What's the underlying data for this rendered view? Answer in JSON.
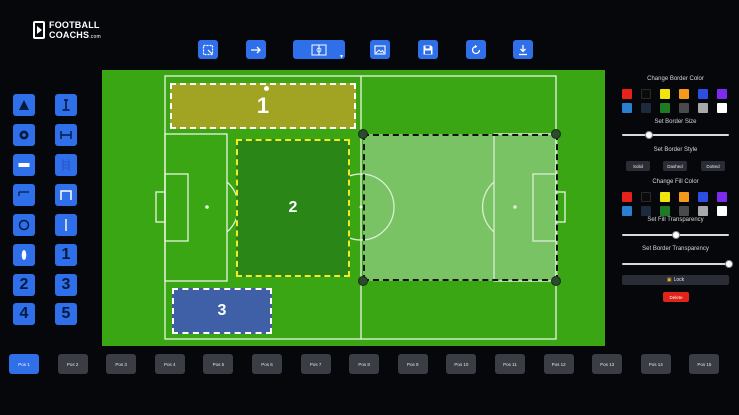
{
  "logo": {
    "line1": "FOOTBALL",
    "line2": "COACHS",
    "tld": ".com"
  },
  "toolbar": [
    {
      "name": "select-area-button",
      "icon": "select-area-icon"
    },
    {
      "name": "arrow-button",
      "icon": "arrow-icon"
    },
    {
      "name": "pitch-view-button",
      "icon": "pitch-view-icon"
    },
    {
      "name": "image-button",
      "icon": "image-icon"
    },
    {
      "name": "save-button",
      "icon": "save-icon"
    },
    {
      "name": "reset-button",
      "icon": "reset-icon"
    },
    {
      "name": "download-button",
      "icon": "download-icon"
    }
  ],
  "tools": [
    "triangle-icon",
    "player-figure-icon",
    "disc-icon",
    "goal-icon",
    "bar-icon",
    "ladder-icon",
    "corner-flag-icon",
    "gate-icon",
    "ring-icon",
    "pole-icon",
    "mannequin-icon",
    "1",
    "2",
    "3",
    "4",
    "5"
  ],
  "zones": {
    "zone1": "1",
    "zone2": "2",
    "zone3": "3"
  },
  "panel": {
    "border_color_title": "Change Border Color",
    "border_size_title": "Set Border Size",
    "border_style_title": "Set Border Style",
    "fill_color_title": "Change Fill Color",
    "fill_transparency_title": "Set Fill Transparency",
    "border_transparency_title": "Set Border Transparency",
    "style_solid": "Solid",
    "style_dashed": "Dashed",
    "style_dotted": "Dotted",
    "lock_label": "Lock",
    "delete_label": "Delete",
    "border_size_level": 0.25,
    "fill_transparency_level": 0.5,
    "border_transparency_level": 1.0,
    "swatch_colors": [
      "#e5231b",
      "#0b0b0b",
      "#f0e60c",
      "#f39a1a",
      "#2c4fe2",
      "#7b2cf0",
      "#2b7fd1",
      "#1d2a3b",
      "#1f7a24",
      "#4a4a4a",
      "#a9a9a9",
      "#ffffff"
    ]
  },
  "positions": [
    "Pos 1",
    "Pos 2",
    "Pos 3",
    "Pos 4",
    "Pos 5",
    "Pos 6",
    "Pos 7",
    "Pos 8",
    "Pos 9",
    "Pos 10",
    "Pos 11",
    "Pos 12",
    "Pos 13",
    "Pos 14",
    "Pos 15"
  ],
  "active_position": "Pos 1",
  "colors": {
    "accent": "#2f6fe9",
    "pitch": "#3aa614",
    "background": "#05070b",
    "delete": "#e2231a"
  }
}
